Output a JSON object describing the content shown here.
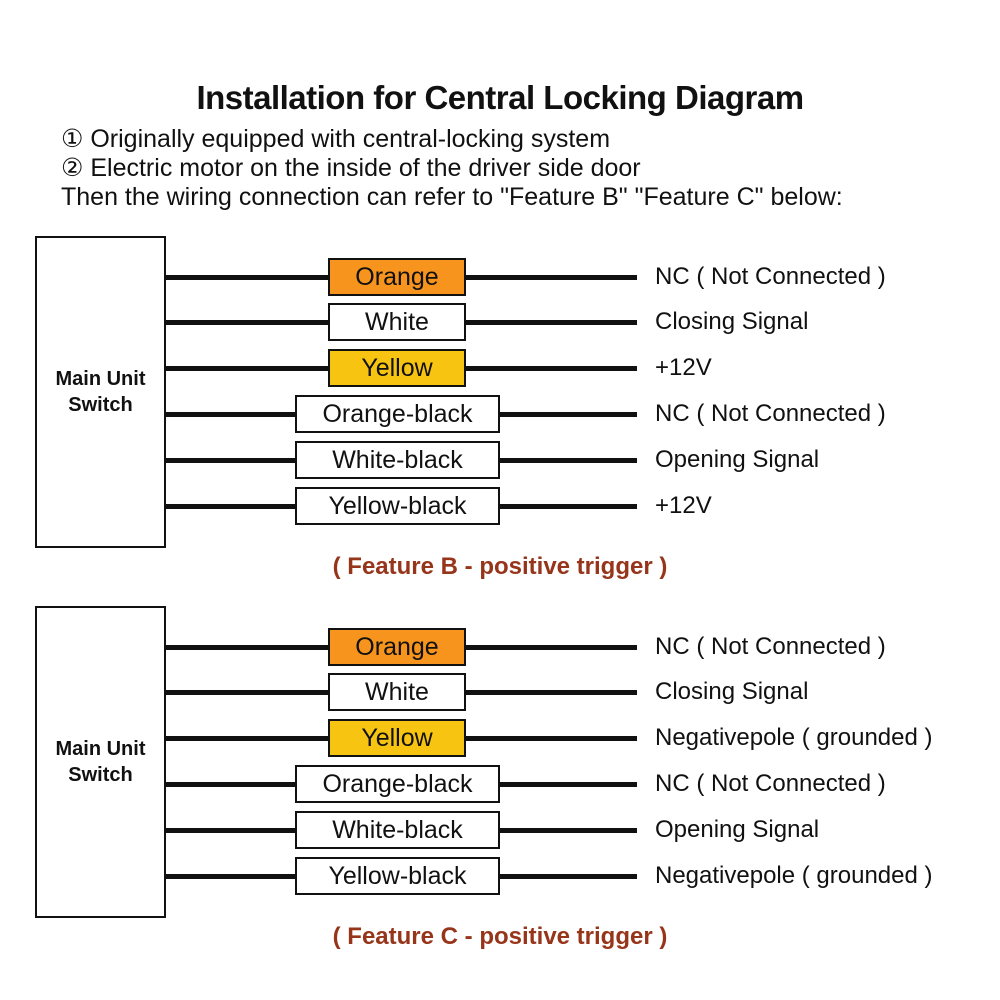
{
  "title": "Installation for Central Locking Diagram",
  "intro": {
    "line1": "① Originally equipped with central-locking system",
    "line2": "② Electric motor on the inside of the driver side door",
    "line3": "Then the wiring connection can refer to \"Feature B\" \"Feature C\" below:"
  },
  "colors": {
    "orange": "#F7941E",
    "yellow": "#F7C511",
    "white": "#FFFFFF",
    "caption_brown": "#97351B"
  },
  "diagrams": [
    {
      "id": "feature-b",
      "source_label": "Main Unit Switch",
      "caption": "( Feature B - positive trigger )",
      "rows": [
        {
          "wire": "Orange",
          "fill": "orange",
          "description": "NC ( Not Connected )"
        },
        {
          "wire": "White",
          "fill": "white",
          "description": "Closing Signal"
        },
        {
          "wire": "Yellow",
          "fill": "yellow",
          "description": "+12V"
        },
        {
          "wire": "Orange-black",
          "fill": "white",
          "description": "NC ( Not Connected )"
        },
        {
          "wire": "White-black",
          "fill": "white",
          "description": "Opening Signal"
        },
        {
          "wire": "Yellow-black",
          "fill": "white",
          "description": "+12V"
        }
      ]
    },
    {
      "id": "feature-c",
      "source_label": "Main Unit Switch",
      "caption": "( Feature C - positive trigger )",
      "rows": [
        {
          "wire": "Orange",
          "fill": "orange",
          "description": "NC ( Not Connected )"
        },
        {
          "wire": "White",
          "fill": "white",
          "description": "Closing Signal"
        },
        {
          "wire": "Yellow",
          "fill": "yellow",
          "description": "Negativepole ( grounded )"
        },
        {
          "wire": "Orange-black",
          "fill": "white",
          "description": "NC ( Not Connected )"
        },
        {
          "wire": "White-black",
          "fill": "white",
          "description": "Opening Signal"
        },
        {
          "wire": "Yellow-black",
          "fill": "white",
          "description": "Negativepole ( grounded )"
        }
      ]
    }
  ]
}
